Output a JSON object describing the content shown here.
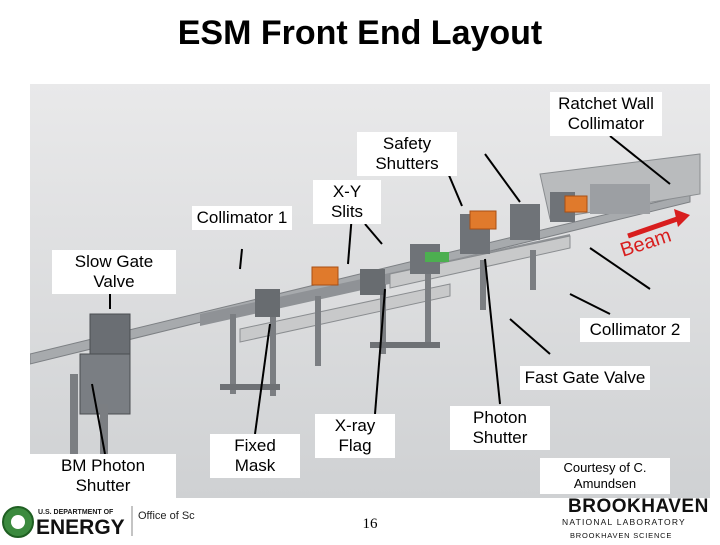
{
  "slide": {
    "title": "ESM Front End Layout",
    "page_number": "16"
  },
  "labels": {
    "ratchet_wall_collimator": "Ratchet Wall Collimator",
    "safety_shutters": "Safety Shutters",
    "xy_slits": "X-Y Slits",
    "collimator_1": "Collimator 1",
    "slow_gate_valve": "Slow Gate Valve",
    "beam": "Beam",
    "collimator_2": "Collimator 2",
    "fast_gate_valve": "Fast Gate Valve",
    "xray_flag": "X-ray Flag",
    "photon_shutter": "Photon Shutter",
    "fixed_mask": "Fixed Mask",
    "bm_photon_shutter": "BM Photon Shutter",
    "courtesy": "Courtesy of C. Amundsen"
  },
  "logos": {
    "doe_line1": "U.S. DEPARTMENT OF",
    "doe_line2": "ENERGY",
    "doe_office": "Office of Science",
    "bnl_name": "BROOKHAVEN",
    "bnl_sub": "NATIONAL LABORATORY",
    "bnl_footer": "BROOKHAVEN SCIENCE"
  },
  "colors": {
    "beam_arrow": "#d81e1e",
    "shutter_orange": "#e07a2c",
    "doe_green": "#3b8a3e",
    "accent_red": "#c62828"
  }
}
